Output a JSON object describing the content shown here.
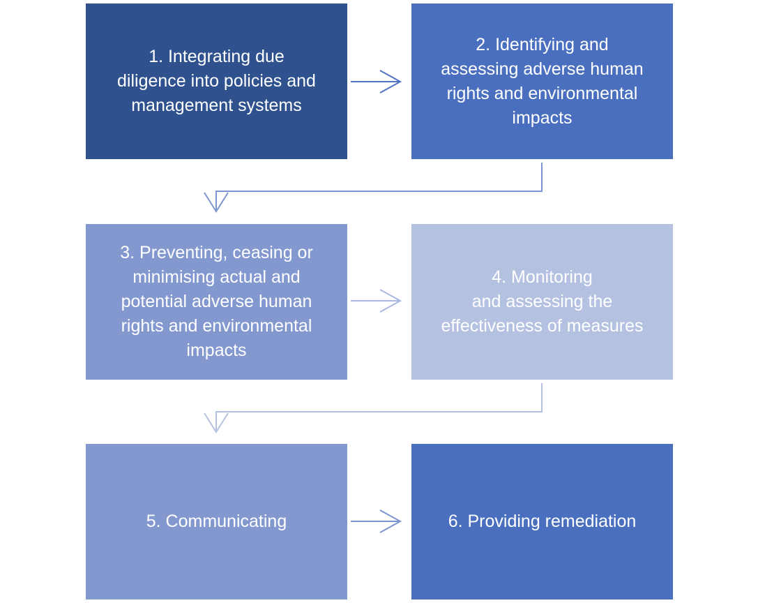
{
  "steps": [
    {
      "label": "1. Integrating due\ndiligence into policies and\nmanagement systems"
    },
    {
      "label": "2. Identifying and\nassessing adverse human\nrights and environmental\nimpacts"
    },
    {
      "label": "3. Preventing, ceasing or\nminimising actual and\npotential adverse human\nrights and environmental\nimpacts"
    },
    {
      "label": "4. Monitoring\nand assessing the\neffectiveness of measures"
    },
    {
      "label": "5. Communicating"
    },
    {
      "label": "6. Providing remediation"
    }
  ],
  "colors": {
    "step1": "#2F528F",
    "step2": "#4A6FBF",
    "step3": "#8298CF",
    "step4": "#B4C1E1",
    "step5": "#8298CF",
    "step6": "#4A6FBF"
  }
}
